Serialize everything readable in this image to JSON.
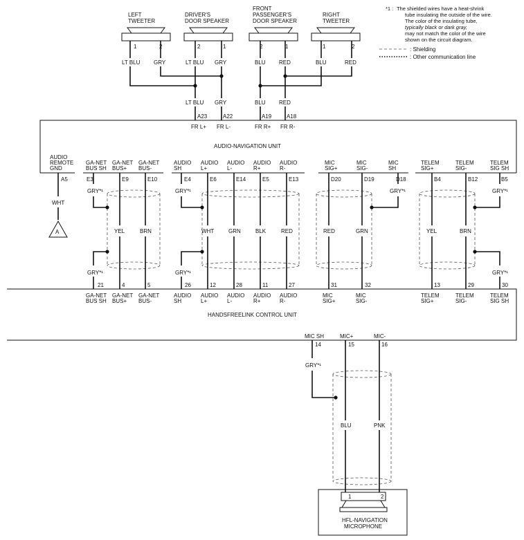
{
  "note": {
    "marker": "*1 :",
    "lines": [
      "The shielded wires have a heat-shrink",
      "tube insulating the outside of the wire.",
      "The color of the insulating tube,",
      "typically black or dark gray,",
      "may not match the color of the wire",
      "shown on the circuit diagram."
    ]
  },
  "legend": {
    "shielding": ": Shielding",
    "other_line": ": Other communication line"
  },
  "speakers": [
    {
      "name": [
        "LEFT",
        "TWEETER"
      ],
      "pins": [
        "1",
        "2"
      ],
      "wires": [
        "LT BLU",
        "GRY"
      ]
    },
    {
      "name": [
        "DRIVER'S",
        "DOOR SPEAKER"
      ],
      "pins": [
        "2",
        "1"
      ],
      "wires": [
        "LT BLU",
        "GRY"
      ]
    },
    {
      "name": [
        "FRONT",
        "PASSENGER'S",
        "DOOR SPEAKER"
      ],
      "pins": [
        "2",
        "1"
      ],
      "wires": [
        "BLU",
        "RED"
      ]
    },
    {
      "name": [
        "RIGHT",
        "TWEETER"
      ],
      "pins": [
        "1",
        "2"
      ],
      "wires": [
        "BLU",
        "RED"
      ]
    }
  ],
  "trunk_wires": [
    "LT BLU",
    "GRY",
    "BLU",
    "RED"
  ],
  "anu_top_pins": [
    "A23",
    "A22",
    "A19",
    "A18"
  ],
  "anu_top_labels": [
    "FR L+",
    "FR L-",
    "FR R+",
    "FR R-"
  ],
  "anu_title": "AUDIO-NAVIGATION UNIT",
  "anu_bottom_labels": [
    [
      "AUDIO",
      "REMOTE",
      "GND"
    ],
    [
      "GA-NET",
      "BUS SH"
    ],
    [
      "GA-NET",
      "BUS+"
    ],
    [
      "GA-NET",
      "BUS-"
    ],
    [
      "AUDIO",
      "SH"
    ],
    [
      "AUDIO",
      "L+"
    ],
    [
      "AUDIO",
      "L-"
    ],
    [
      "AUDIO",
      "R+"
    ],
    [
      "AUDIO",
      "R-"
    ],
    [
      "MIC",
      "SIG+"
    ],
    [
      "MIC",
      "SIG-"
    ],
    [
      "MIC",
      "SH"
    ],
    [
      "TELEM",
      "SIG+"
    ],
    [
      "TELEM",
      "SIG-"
    ],
    [
      "TELEM",
      "SIG SH"
    ]
  ],
  "anu_bottom_pins": [
    "A5",
    "E3",
    "E9",
    "E10",
    "E4",
    "E6",
    "E14",
    "E5",
    "E13",
    "D20",
    "D19",
    "D18",
    "B4",
    "B12",
    "B5"
  ],
  "ground_wire": "WHT",
  "ground_ref": "A",
  "shield_wire": "GRY*¹",
  "mid_wires": [
    "YEL",
    "BRN",
    "WHT",
    "GRN",
    "BLK",
    "RED",
    "RED",
    "GRN",
    "YEL",
    "BRN"
  ],
  "hfl_top_pins": [
    "21",
    "4",
    "5",
    "26",
    "12",
    "28",
    "11",
    "27",
    "31",
    "32",
    "13",
    "29",
    "30"
  ],
  "hfl_top_labels": [
    [
      "GA-NET",
      "BUS SH"
    ],
    [
      "GA-NET",
      "BUS+"
    ],
    [
      "GA-NET",
      "BUS-"
    ],
    [
      "AUDIO",
      "SH"
    ],
    [
      "AUDIO",
      "L+"
    ],
    [
      "AUDIO",
      "L-"
    ],
    [
      "AUDIO",
      "R+"
    ],
    [
      "AUDIO",
      "R-"
    ],
    [
      "MIC",
      "SIG+"
    ],
    [
      "MIC",
      "SIG-"
    ],
    [
      "TELEM",
      "SIG+"
    ],
    [
      "TELEM",
      "SIG-"
    ],
    [
      "TELEM",
      "SIG SH"
    ]
  ],
  "hfl_title": "HANDSFREELINK CONTROL UNIT",
  "hfl_bottom_labels": [
    "MIC SH",
    "MIC+",
    "MIC-"
  ],
  "hfl_bottom_pins": [
    "14",
    "15",
    "16"
  ],
  "mic_wires": [
    "BLU",
    "PNK"
  ],
  "mic_pins": [
    "1",
    "2"
  ],
  "mic_name": [
    "HFL-NAVIGATION",
    "MICROPHONE"
  ]
}
